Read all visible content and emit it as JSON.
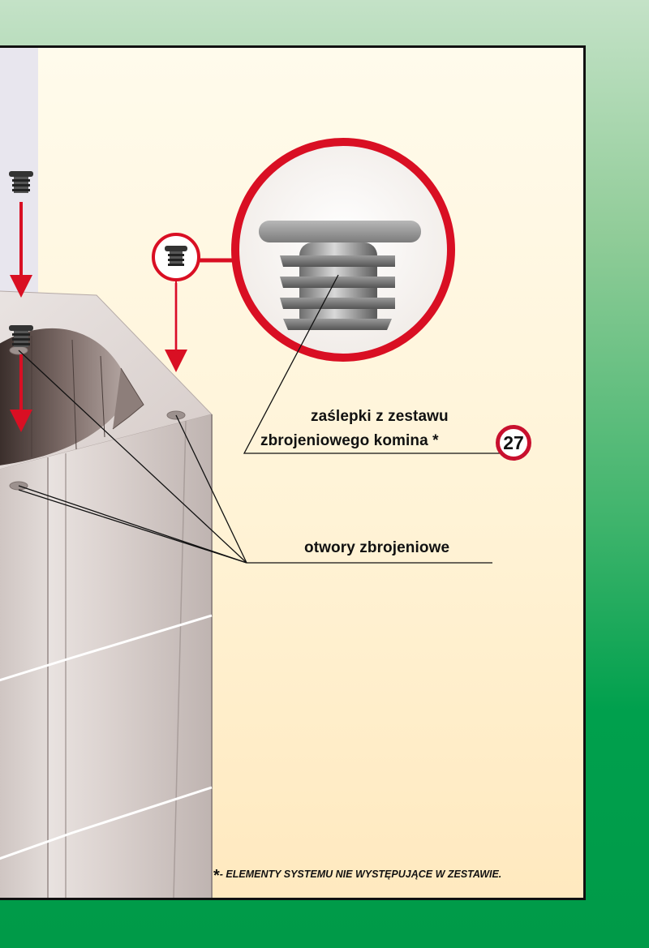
{
  "labels": {
    "plug_caption_line1": "zaślepki z zestawu",
    "plug_caption_line2": "zbrojeniowego komina *",
    "plug_number": "27",
    "holes_caption": "otwory zbrojeniowe"
  },
  "footnote": {
    "star": "*",
    "text": "- ELEMENTY SYSTEMU NIE WYSTĘPUJĄCE W ZESTAWIE."
  },
  "colors": {
    "accent_red": "#c8102e",
    "background_green": "#009a48",
    "panel_cream": "#fff3d6"
  }
}
